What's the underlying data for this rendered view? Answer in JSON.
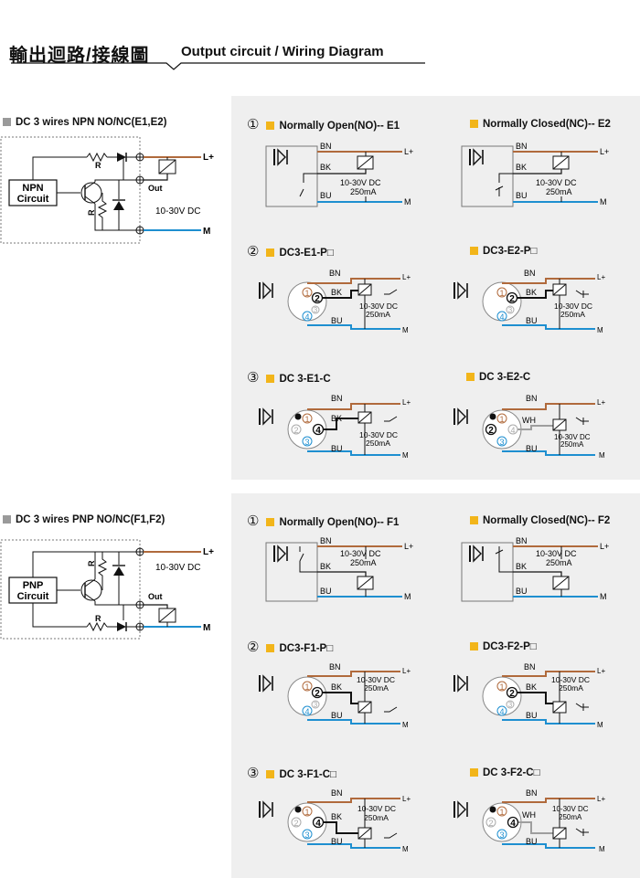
{
  "header": {
    "title_zh": "輸出迴路/接線圖",
    "title_en": "Output circuit / Wiring Diagram"
  },
  "colors": {
    "brown": "#b06a3c",
    "blue": "#1e8fd0",
    "black": "#111111",
    "gray": "#9e9e9e",
    "yellow": "#f2b51a",
    "panel": "#efefef"
  },
  "npn": {
    "section_title": "DC 3 wires NPN NO/NC(E1,E2)",
    "circuit_label_1": "NPN",
    "circuit_label_2": "Circuit",
    "r1": "R",
    "r2": "R",
    "out": "Out",
    "voltage": "10-30V DC",
    "lplus": "L+",
    "minus": "M",
    "d1_num": "①",
    "d1_no": "Normally Open(NO)-- E1",
    "d1_nc": "Normally Closed(NC)-- E2",
    "d2_num": "②",
    "d2_no": "DC3-E1-P□",
    "d2_nc": "DC3-E2-P□",
    "d3_num": "③",
    "d3_no": "DC 3-E1-C",
    "d3_nc": "DC 3-E2-C"
  },
  "pnp": {
    "section_title": "DC 3 wires PNP NO/NC(F1,F2)",
    "circuit_label_1": "PNP",
    "circuit_label_2": "Circuit",
    "r1": "R",
    "r2": "R",
    "out": "Out",
    "voltage": "10-30V DC",
    "lplus": "L+",
    "minus": "M",
    "d1_num": "①",
    "d1_no": "Normally Open(NO)-- F1",
    "d1_nc": "Normally Closed(NC)-- F2",
    "d2_num": "②",
    "d2_no": "DC3-F1-P□",
    "d2_nc": "DC3-F2-P□",
    "d3_num": "③",
    "d3_no": "DC 3-F1-C□",
    "d3_nc": "DC 3-F2-C□"
  },
  "wires": {
    "bn": "BN",
    "bk": "BK",
    "bu": "BU",
    "wh": "WH",
    "load_v": "10-30V DC",
    "load_ma": "250mA",
    "lplus": "L+",
    "m": "M"
  },
  "pins": {
    "p1": "1",
    "p2": "2",
    "p3": "3",
    "p4": "4"
  }
}
